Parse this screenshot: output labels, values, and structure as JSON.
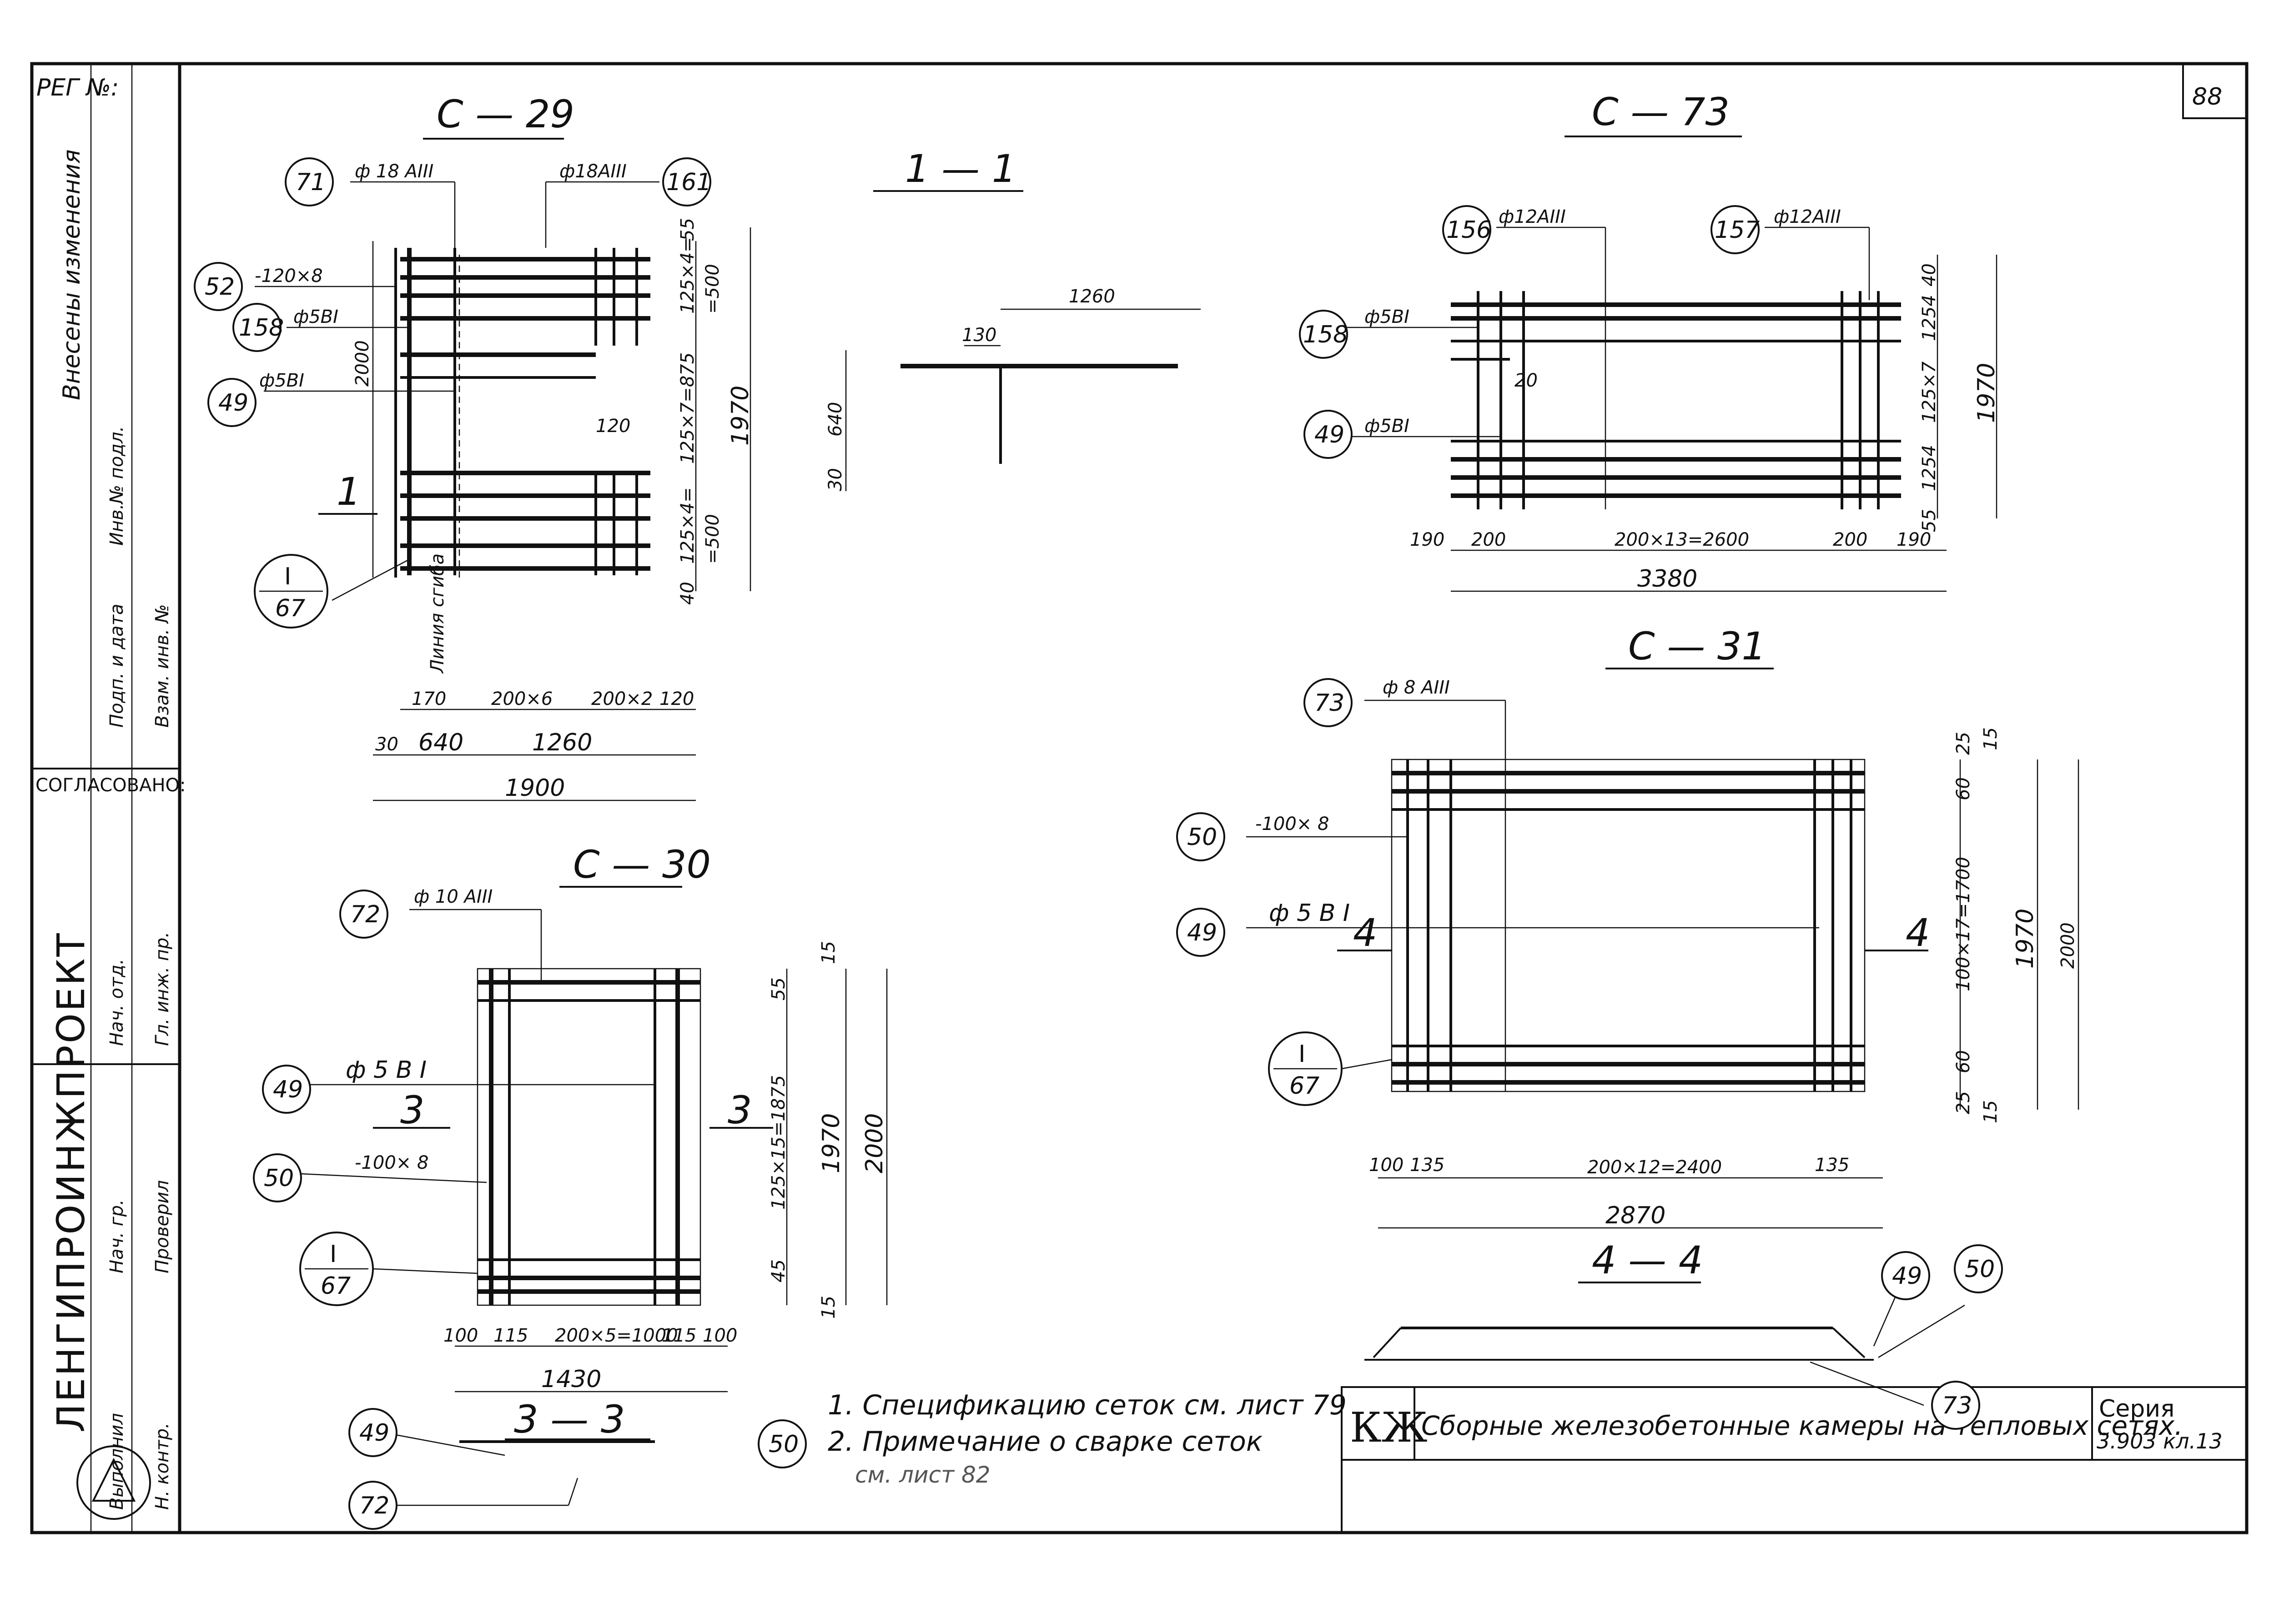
{
  "title_block": {
    "reg_label": "РЕГ №:",
    "sheet_number": "88",
    "kj_mark": "КЖ",
    "drawing_title": "Сборные железобетонные камеры на тепловых сетях.",
    "series_label": "Серия",
    "series_number": "3.903 кл.13",
    "org_name": "ЛЕНГИПРОИНЖПРОЕКТ",
    "agreed_label": "СОГЛАСОВАНО:",
    "changes_text": "Внесены изменения",
    "side_texts": [
      "Инв.№ подл.",
      "Подп. и дата",
      "Взам. инв. №",
      "Нач. отд.",
      "Гл. инж. пр.",
      "Нач. гр.",
      "Проверил",
      "Выполнил",
      "Н. контр."
    ]
  },
  "views": {
    "c29": {
      "title": "С — 29",
      "labels": [
        "ф 18 АIII",
        "ф18АIII",
        "-120×8",
        "ф5BI",
        "ф5BI",
        "120",
        "Линия сгиба"
      ],
      "dims": [
        "55",
        "125×4=",
        "=500",
        "125×7=875",
        "1970",
        "125×4=",
        "=500",
        "40",
        "2000",
        "170",
        "200×6",
        "200×2",
        "120",
        "30",
        "640",
        "1260",
        "1900"
      ],
      "section_mark": "1"
    },
    "s11": {
      "title": "1 — 1",
      "dims": [
        "1260",
        "130",
        "640",
        "30"
      ]
    },
    "c73": {
      "title": "С — 73",
      "labels": [
        "ф12АIII",
        "ф12АIII",
        "ф5BI",
        "ф5BI"
      ],
      "dims": [
        "40",
        "1254",
        "125×7",
        "1970",
        "1254",
        "55",
        "20",
        "190",
        "200",
        "200×13=2600",
        "200",
        "190",
        "3380"
      ]
    },
    "c31": {
      "title": "С — 31",
      "labels": [
        "ф 8 АIII",
        "-100× 8",
        "ф 5 B I"
      ],
      "dims": [
        "25",
        "15",
        "60",
        "100×17=1700",
        "1970",
        "2000",
        "60",
        "25",
        "15",
        "100",
        "135",
        "200×12=2400",
        "135",
        "2870"
      ],
      "section_mark": "4"
    },
    "c30": {
      "title": "С — 30",
      "labels": [
        "ф 10 АIII",
        "ф 5 B I",
        "-100× 8"
      ],
      "dims": [
        "15",
        "55",
        "125×15=1875",
        "1970",
        "2000",
        "45",
        "15",
        "100",
        "115",
        "200×5=1000",
        "115",
        "100",
        "1430"
      ],
      "section_mark": "3"
    },
    "s33": {
      "title": "3 — 3"
    },
    "s44": {
      "title": "4 — 4"
    }
  },
  "callouts": {
    "c71": "71",
    "c161": "161",
    "c52": "52",
    "c158a": "158",
    "c49a": "49",
    "c_i67a_top": "I",
    "c_i67a_bot": "67",
    "c156": "156",
    "c157": "157",
    "c158b": "158",
    "c49b": "49",
    "c73": "73",
    "c50b": "50",
    "c49c": "49",
    "c_i67c_top": "I",
    "c_i67c_bot": "67",
    "c72": "72",
    "c49d": "49",
    "c50d": "50",
    "c_i67d_top": "I",
    "c_i67d_bot": "67",
    "c49e": "49",
    "c72e": "72",
    "c50e": "50",
    "c49f": "49",
    "c50f": "50",
    "c73f": "73"
  },
  "notes": [
    "1. Спецификацию сеток см. лист 79",
    "2. Примечание о сварке сеток",
    "см. лист 82"
  ]
}
